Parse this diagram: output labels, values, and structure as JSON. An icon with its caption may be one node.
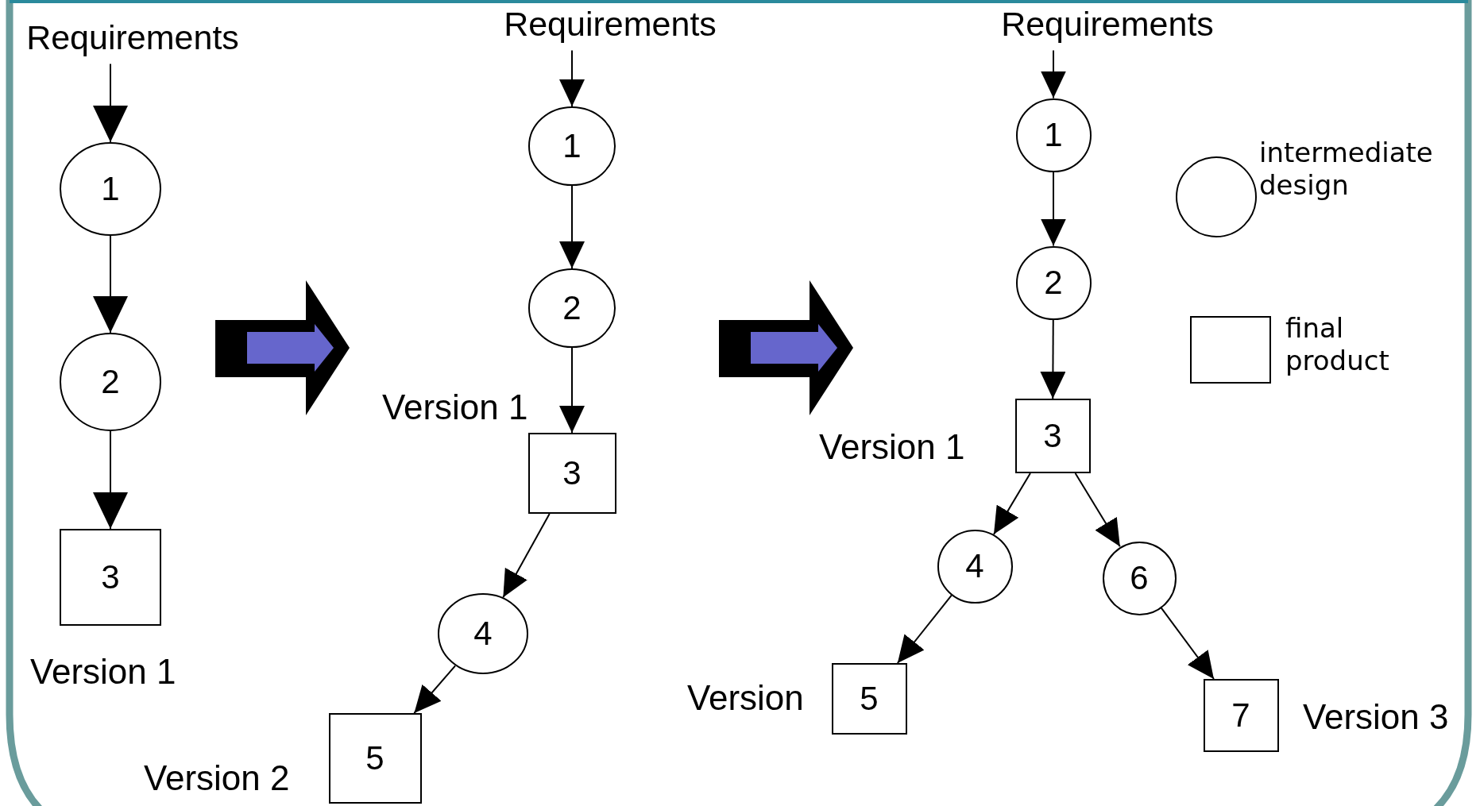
{
  "diagram": {
    "nodes": [
      {
        "text": [
          "Requirements"
        ]
      },
      {
        "text": [
          "1"
        ]
      },
      {
        "text": [
          "2"
        ]
      },
      {
        "text": [
          "3"
        ],
        "beside": [
          "Version 1"
        ]
      },
      {
        "text": [
          "Requirements"
        ]
      },
      {
        "text": [
          "1"
        ]
      },
      {
        "text": [
          "2"
        ]
      },
      {
        "text": [
          "3"
        ],
        "beside": [
          "Version 1"
        ]
      },
      {
        "text": [
          "4"
        ]
      },
      {
        "text": [
          "5"
        ],
        "beside": [
          "Version 2"
        ]
      },
      {
        "text": [
          "Requirements"
        ]
      },
      {
        "text": [
          "1"
        ]
      },
      {
        "text": [
          "2"
        ]
      },
      {
        "text": [
          "3"
        ],
        "beside": [
          "Version 1"
        ]
      },
      {
        "text": [
          "4"
        ]
      },
      {
        "text": [
          "6"
        ]
      },
      {
        "text": [
          "5"
        ],
        "beside": [
          "Version"
        ]
      },
      {
        "text": [
          "7"
        ],
        "beside": [
          "Version 3"
        ]
      }
    ],
    "edges": [
      {
        "from": 0,
        "to": 1,
        "arrow": "to"
      },
      {
        "from": 1,
        "to": 2,
        "arrow": "to"
      },
      {
        "from": 2,
        "to": 3,
        "arrow": "to"
      },
      {
        "from": 4,
        "to": 5,
        "arrow": "to"
      },
      {
        "from": 5,
        "to": 6,
        "arrow": "to"
      },
      {
        "from": 6,
        "to": 7,
        "arrow": "to"
      },
      {
        "from": 7,
        "to": 8,
        "arrow": "to"
      },
      {
        "from": 8,
        "to": 9,
        "arrow": "to"
      },
      {
        "from": 10,
        "to": 11,
        "arrow": "to"
      },
      {
        "from": 11,
        "to": 12,
        "arrow": "to"
      },
      {
        "from": 12,
        "to": 13,
        "arrow": "to"
      },
      {
        "from": 13,
        "to": 14,
        "arrow": "to"
      },
      {
        "from": 13,
        "to": 15,
        "arrow": "to"
      },
      {
        "from": 14,
        "to": 16,
        "arrow": "to"
      },
      {
        "from": 15,
        "to": 17,
        "arrow": "to"
      }
    ],
    "legend": [
      {
        "text": "intermediate design"
      },
      {
        "text": "final product"
      }
    ]
  }
}
